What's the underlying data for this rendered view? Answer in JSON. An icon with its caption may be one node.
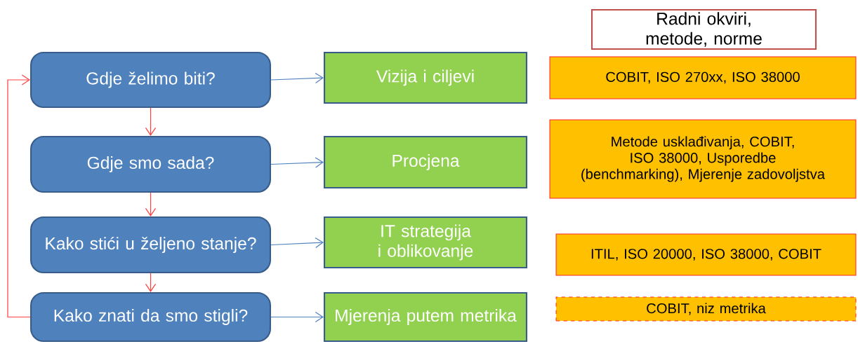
{
  "diagram": {
    "nodes": [
      {
        "text": [
          "Gdje želimo biti?"
        ]
      },
      {
        "text": [
          "Gdje smo sada?"
        ]
      },
      {
        "text": [
          "Kako stići u željeno stanje?"
        ]
      },
      {
        "text": [
          "Kako znati da smo stigli?"
        ]
      },
      {
        "text": [
          "Vizija i ciljevi"
        ]
      },
      {
        "text": [
          "Procjena"
        ]
      },
      {
        "text": [
          "IT strategija i oblikovanje"
        ]
      },
      {
        "text": [
          "Mjerenja putem metrika"
        ]
      },
      {
        "text": [
          "Radni okviri, metode, norme"
        ]
      },
      {
        "text": [
          "COBIT, ISO 270xx, ISO 38000"
        ]
      },
      {
        "text": [
          "Metode usklađivanja, COBIT, ISO 38000, Usporedbe (benchmarking),  Mjerenje zadovoljstva"
        ]
      },
      {
        "text": [
          "ITIL, ISO 20000, ISO 38000, COBIT"
        ]
      },
      {
        "text": [
          "COBIT, niz metrika"
        ]
      }
    ],
    "edges": [
      {
        "from": 0,
        "to": 1,
        "arrow": "to",
        "color": "#ff4040"
      },
      {
        "from": 1,
        "to": 2,
        "arrow": "to",
        "color": "#ff4040"
      },
      {
        "from": 2,
        "to": 3,
        "arrow": "to",
        "color": "#ff4040"
      },
      {
        "from": 3,
        "to": 0,
        "arrow": "to",
        "color": "#ff4040"
      },
      {
        "from": 0,
        "to": 4,
        "arrow": "to",
        "color": "#4f81bd"
      },
      {
        "from": 1,
        "to": 5,
        "arrow": "to",
        "color": "#4f81bd"
      },
      {
        "from": 2,
        "to": 6,
        "arrow": "to",
        "color": "#4f81bd"
      },
      {
        "from": 3,
        "to": 7,
        "arrow": "to",
        "color": "#4f81bd"
      }
    ]
  }
}
